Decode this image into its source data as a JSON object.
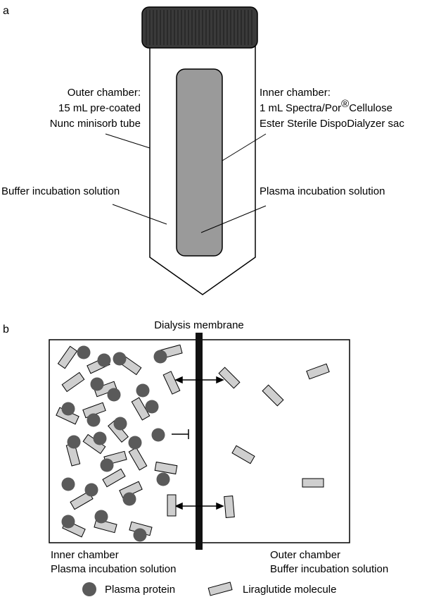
{
  "panel_a": {
    "label": "a",
    "outer_chamber": {
      "lines": [
        "Outer chamber:",
        "15 mL pre-coated",
        "Nunc minisorb tube"
      ]
    },
    "inner_chamber": {
      "lines": [
        "Inner chamber:",
        "1 mL Spectra/Por",
        "Cellulose",
        "Ester Sterile DispoDialyzer sac"
      ],
      "registered_mark": "®"
    },
    "buffer_label": "Buffer incubation solution",
    "plasma_label": "Plasma incubation solution",
    "colors": {
      "cap": "#3a3a3a",
      "sac": "#9a9a9a",
      "tube": "#ffffff"
    }
  },
  "panel_b": {
    "label": "b",
    "membrane_label": "Dialysis membrane",
    "left_caption": [
      "Inner chamber",
      "Plasma incubation solution"
    ],
    "right_caption": [
      "Outer chamber",
      "Buffer incubation solution"
    ],
    "legend": {
      "protein_label": "Plasma protein",
      "molecule_label": "Liraglutide molecule"
    },
    "colors": {
      "protein": "#5a5a5a",
      "molecule": "#cfcfcf",
      "membrane": "#111111"
    }
  }
}
